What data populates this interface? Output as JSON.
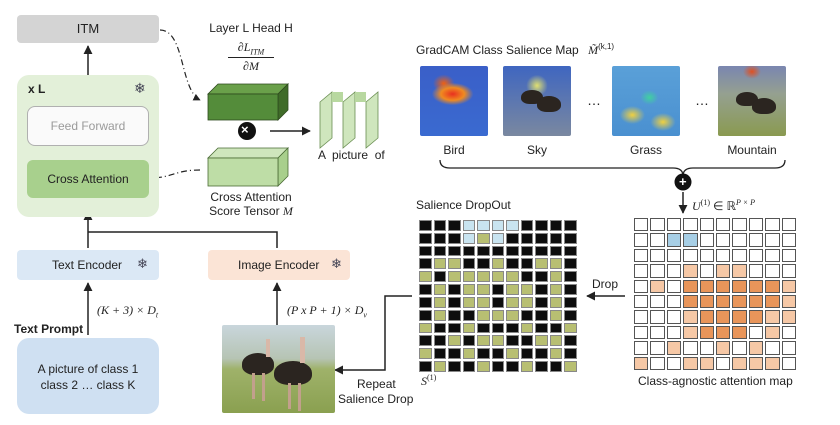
{
  "left": {
    "itm": "ITM",
    "xl": "x L",
    "feed_forward": "Feed Forward",
    "cross_attention": "Cross Attention",
    "text_encoder": "Text Encoder",
    "image_encoder": "Image Encoder",
    "text_prompt_heading": "Text Prompt",
    "text_prompt_line1": "A picture of class 1",
    "text_prompt_line2": "class 2 … class K",
    "text_dim": "(K + 3) × D",
    "text_dim_sub": "t",
    "image_dim": "(P x P + 1) × D",
    "image_dim_sub": "v",
    "repeat_line1": "Repeat",
    "repeat_line2": "Salience Drop",
    "snowflake": "❄"
  },
  "head": {
    "title": "Layer L Head H",
    "grad_num": "∂L",
    "grad_num_sub": "ITM",
    "grad_den": "∂M",
    "multiply": "×",
    "score_line1": "Cross Attention",
    "score_line2": "Score Tensor",
    "score_var": "M",
    "tokens": "A  picture  of"
  },
  "gradcam": {
    "title": "GradCAM Class Salience Map",
    "symbol": "M̃",
    "symbol_sup": "(k,1)",
    "labels": [
      "Bird",
      "Sky",
      "Grass",
      "Mountain"
    ],
    "dots": "…"
  },
  "dropout": {
    "title": "Salience DropOut",
    "plus": "+",
    "u_symbol": "U",
    "u_sup": "(1)",
    "u_in": "∈ ℝ",
    "u_dim": "P × P",
    "drop": "Drop",
    "s_symbol": "S",
    "s_sup": "(1)",
    "caption": "Class-agnostic attention map"
  },
  "colors": {
    "green_panel": "#e3f0d9",
    "green_box": "#a8d08d",
    "blue_box": "#dbe8f5",
    "orange_panel": "#fbe4d6",
    "orange_cell": "#e8955a",
    "light_orange_cell": "#f6c8a6"
  },
  "attention_map": [
    "wwwwwwwwww",
    "wwbbwwwwww",
    "wwwwwwwwww",
    "wwwlwllwww",
    "wlwDDDDDDl",
    "wwwDDDDDDl",
    "wwwlDDDDll",
    "wwwlDDDwlw",
    "wwlwwlwlww",
    "lwwllwlllw"
  ],
  "salience_map": [
    "KKKBBBBKKKK",
    "KKKBSBKKKKK",
    "KKKKKKKKKKK",
    "KSSKKSKKSSK",
    "SKSSSSSKKSK",
    "KSKSSKSSKSK",
    "KSKSSKSSKSK",
    "KSKKSSSKKSK",
    "SKKSKKKSKKS",
    "KKSKSSKKSSK",
    "SKKSKKSKKSK",
    "KSKKSKKSKKS"
  ]
}
